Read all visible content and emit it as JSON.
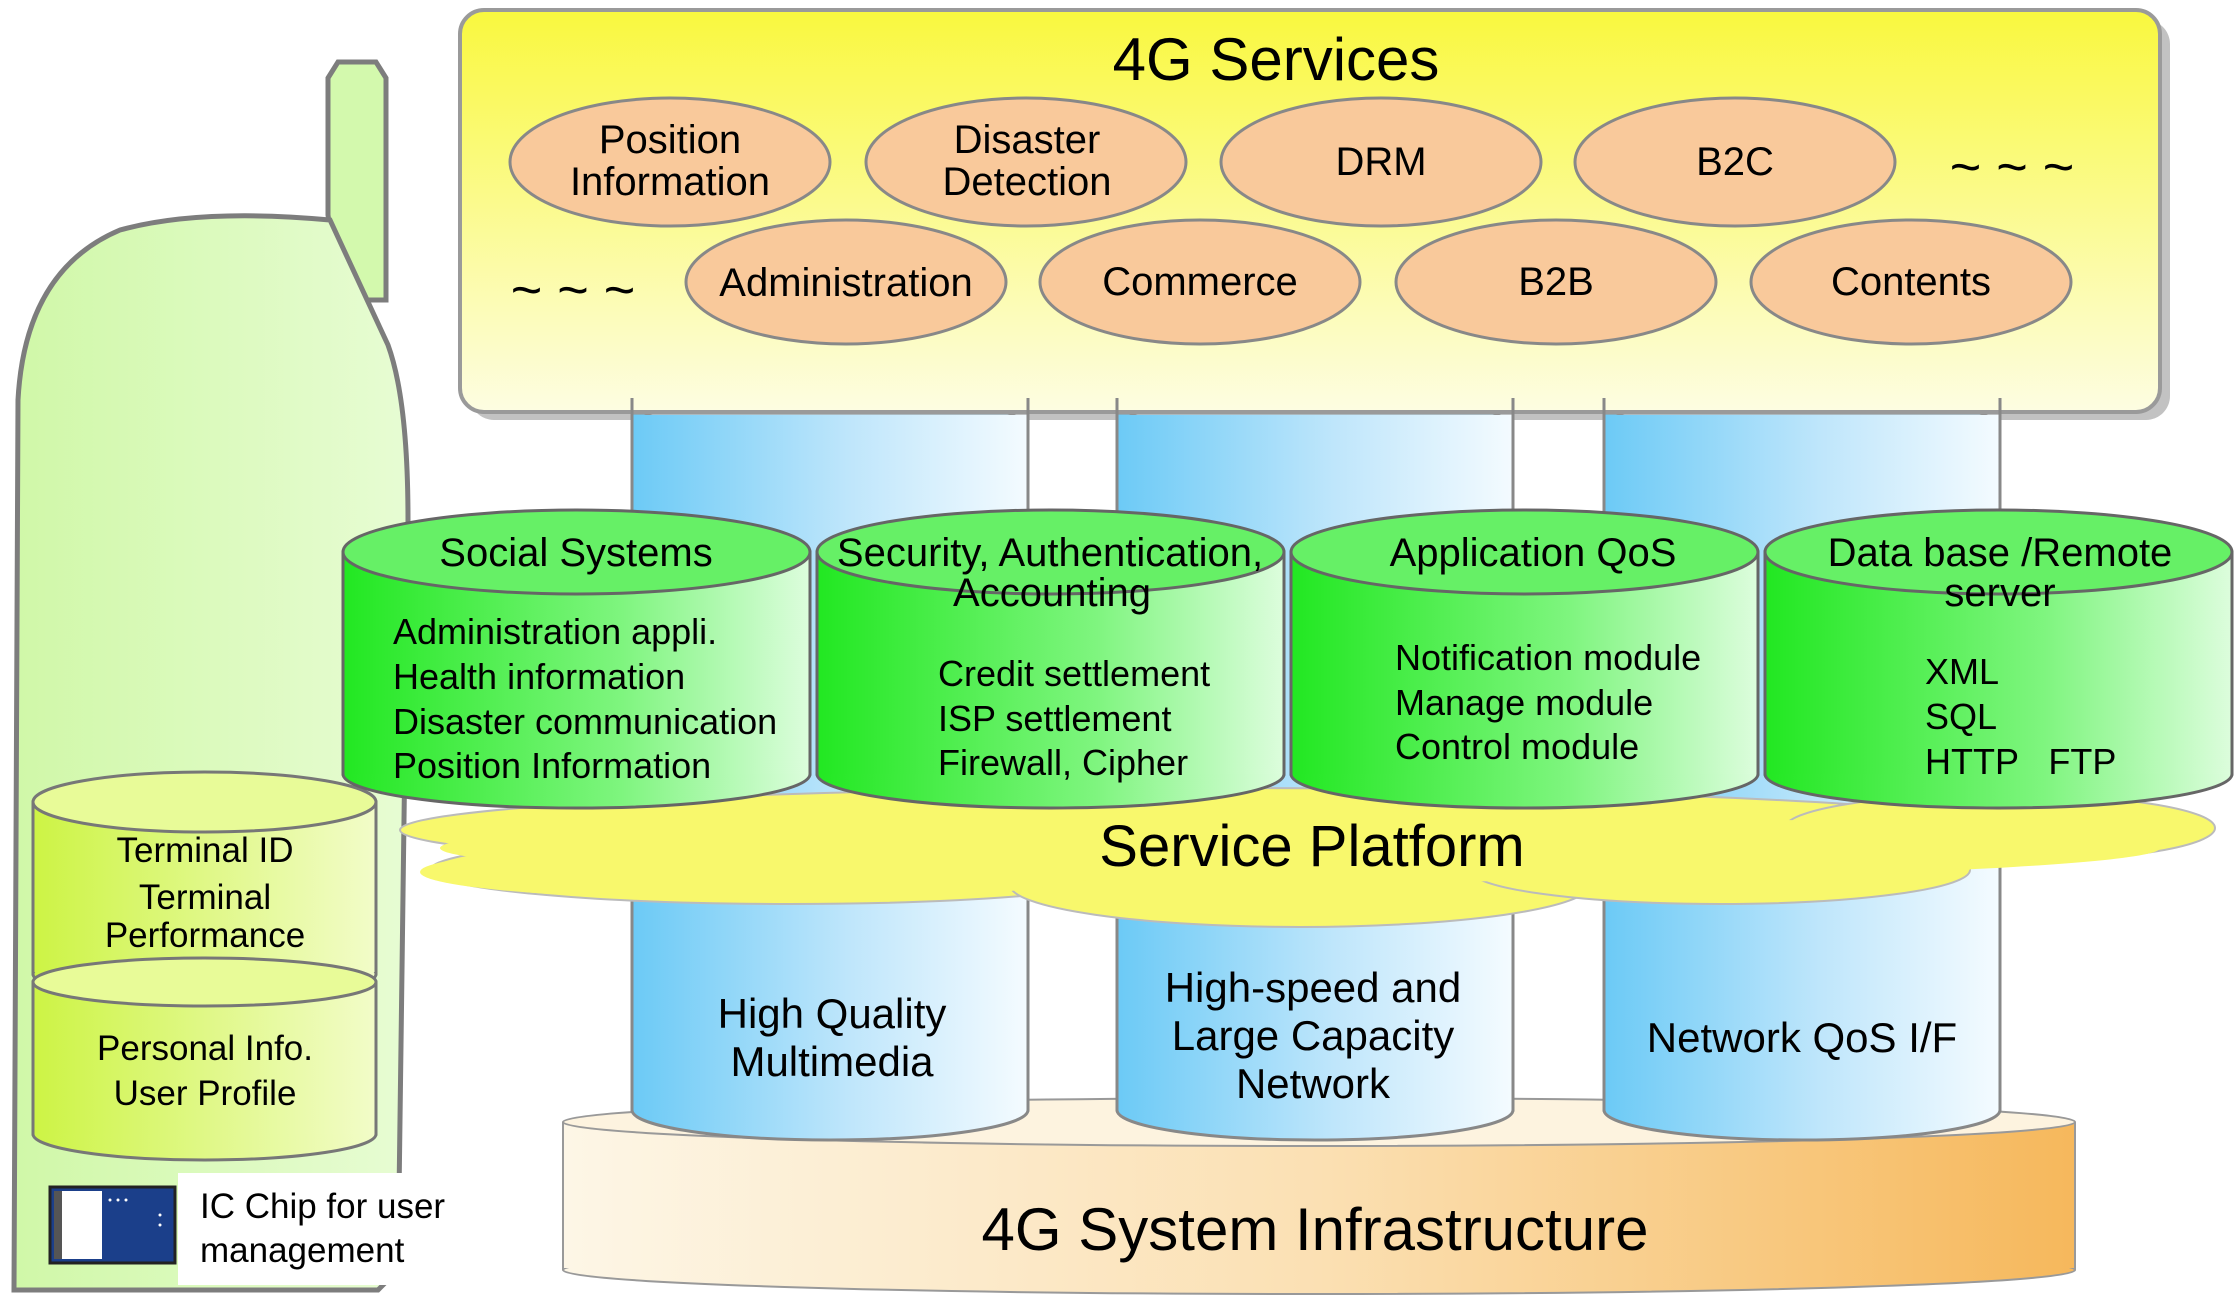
{
  "services": {
    "title": "4G Services",
    "row1": [
      {
        "lines": [
          "Position",
          "Information"
        ]
      },
      {
        "lines": [
          "Disaster",
          "Detection"
        ]
      },
      {
        "lines": [
          "DRM"
        ]
      },
      {
        "lines": [
          "B2C"
        ]
      }
    ],
    "row2": [
      {
        "lines": [
          "Administration"
        ]
      },
      {
        "lines": [
          "Commerce"
        ]
      },
      {
        "lines": [
          "B2B"
        ]
      },
      {
        "lines": [
          "Contents"
        ]
      }
    ],
    "ellipsis_right": "~ ~ ~",
    "ellipsis_left": "~ ~ ~"
  },
  "platform_modules": [
    {
      "title": [
        "Social Systems"
      ],
      "items": [
        "Administration appli.",
        "Health information",
        "Disaster communication",
        "Position Information"
      ]
    },
    {
      "title": [
        "Security, Authentication,",
        "Accounting"
      ],
      "items": [
        "Credit settlement",
        "ISP settlement",
        "Firewall, Cipher"
      ]
    },
    {
      "title": [
        "Application QoS"
      ],
      "items": [
        "Notification module",
        "Manage module",
        "Control module"
      ]
    },
    {
      "title": [
        "Data base /Remote",
        "server"
      ],
      "items": [
        "XML",
        "SQL",
        "HTTP   FTP"
      ]
    }
  ],
  "service_platform": "Service Platform",
  "lower_pillars": [
    {
      "lines": [
        "High Quality",
        "Multimedia"
      ]
    },
    {
      "lines": [
        "High-speed and",
        "Large Capacity",
        "Network"
      ]
    },
    {
      "lines": [
        "Network QoS I/F"
      ]
    }
  ],
  "infrastructure": "4G System Infrastructure",
  "terminal": {
    "upper": [
      "Terminal ID",
      "Terminal",
      "Performance"
    ],
    "lower": [
      "Personal Info.",
      "User Profile"
    ],
    "ic_chip": [
      "IC Chip for user",
      "management"
    ]
  },
  "colors": {
    "services_bg": "#fbfb66",
    "service_oval": "#f9c99b",
    "module_green": "#33ee33",
    "pillar_blue": "#5bc4f5",
    "cloud_yellow": "#f8f86c",
    "infra_orange": "#f6b85e",
    "phone_green": "#d5f9b0",
    "terminal_yellow": "#d8f85a",
    "chip_blue": "#1b3f8a"
  }
}
